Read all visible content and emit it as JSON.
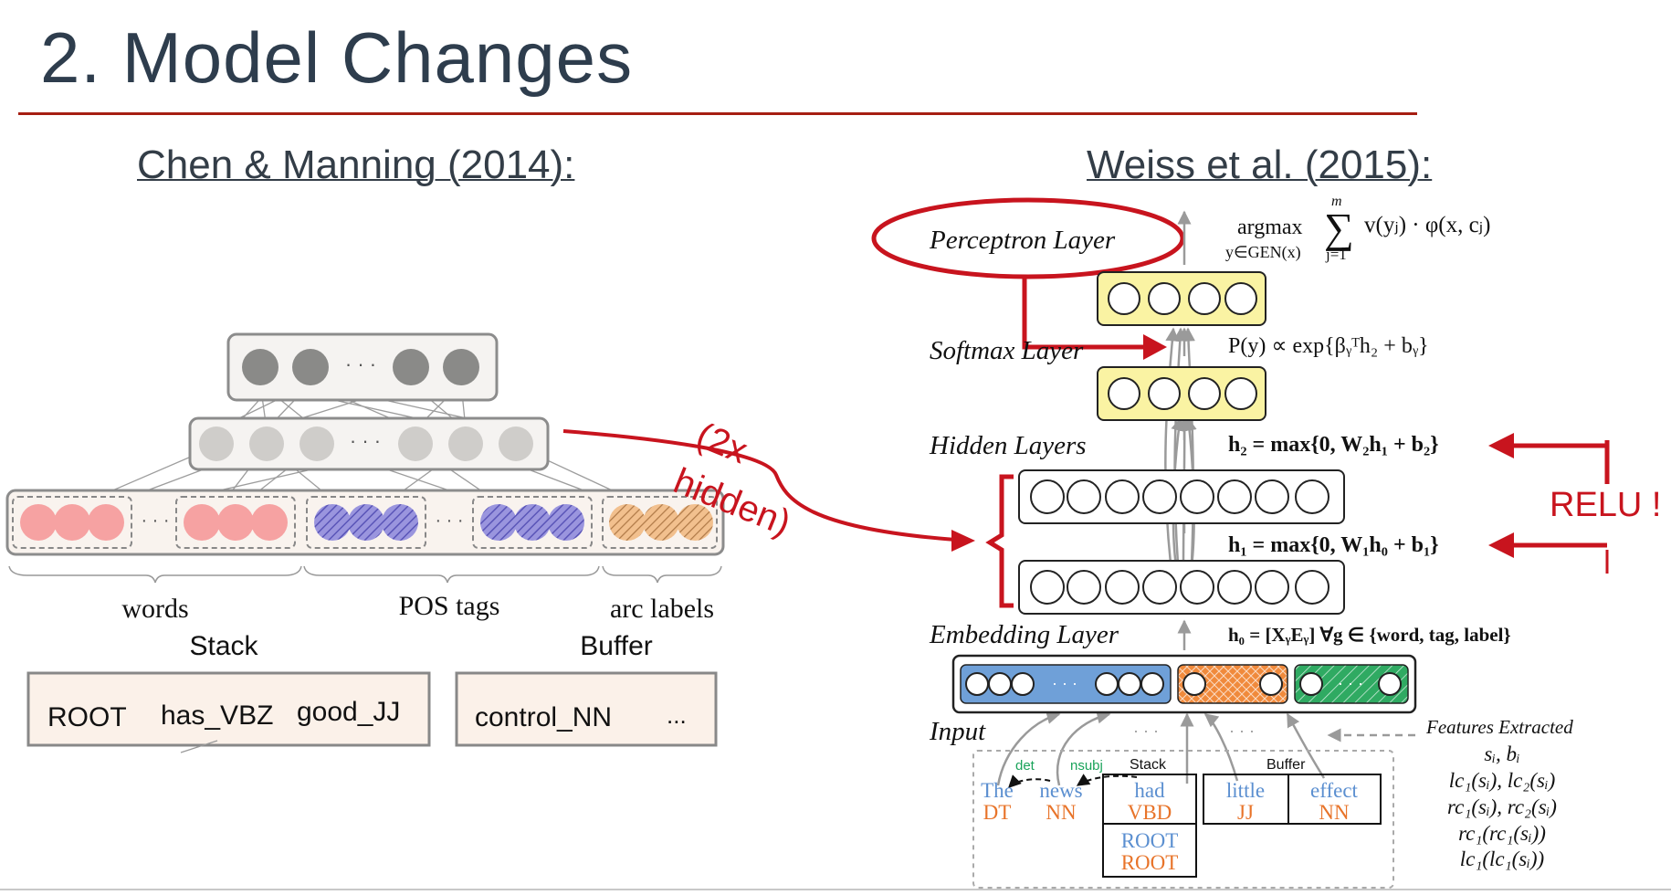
{
  "slide": {
    "title": "2.  Model Changes"
  },
  "left": {
    "heading": "Chen & Manning (2014):",
    "dots": "· · ·",
    "labels": {
      "words": "words",
      "pos_tags": "POS tags",
      "arc_labels": "arc labels",
      "stack": "Stack",
      "buffer": "Buffer"
    },
    "stack_items": [
      "ROOT",
      "has_VBZ",
      "good_JJ"
    ],
    "buffer_items": [
      "control_NN",
      "..."
    ]
  },
  "annotation": {
    "line1": "(2x",
    "line2": "hidden)",
    "relu": "RELU !",
    "accent_color": "#c8141e"
  },
  "right": {
    "heading": "Weiss et al. (2015):",
    "layers": {
      "perceptron": "Perceptron Layer",
      "softmax": "Softmax Layer",
      "hidden": "Hidden Layers",
      "embedding": "Embedding Layer",
      "input": "Input"
    },
    "formulas": {
      "argmax": "argmax",
      "argmax_sub": "y∈GEN(x)",
      "sum": "∑",
      "sum_top": "m",
      "sum_bottom": "j=1",
      "argmax_body": "v(yⱼ) · φ(x, cⱼ)",
      "softmax": "P(y) ∝ exp{βᵧᵀh₂ + bᵧ}",
      "h2": "h₂ = max{0, W₂h₁ + b₂}",
      "h1": "h₁ = max{0, W₁h₀ + b₁}",
      "h0": "h₀ = [XᵧEᵧ]  ∀g ∈ {word, tag, label}"
    },
    "features": {
      "title": "Features Extracted",
      "items": [
        "sᵢ, bᵢ",
        "lc₁(sᵢ), lc₂(sᵢ)",
        "rc₁(sᵢ), rc₂(sᵢ)",
        "rc₁(rc₁(sᵢ))",
        "lc₁(lc₁(sᵢ))"
      ]
    },
    "dots": "· · ·",
    "parse": {
      "arc_det": "det",
      "arc_nsubj": "nsubj",
      "stack_label": "Stack",
      "buffer_label": "Buffer",
      "tokens": [
        {
          "word": "The",
          "tag": "DT"
        },
        {
          "word": "news",
          "tag": "NN"
        },
        {
          "word": "had",
          "tag": "VBD"
        },
        {
          "word": "ROOT",
          "tag": "ROOT"
        },
        {
          "word": "little",
          "tag": "JJ"
        },
        {
          "word": "effect",
          "tag": "NN"
        }
      ]
    }
  },
  "colors": {
    "word_pink": "#f6a2a2",
    "pos_purple": "#9a95de",
    "arc_orange": "#f2c08e",
    "yellow_layer": "#faf3a3",
    "blue_embed": "#6fa0d8",
    "orange_embed": "#f08a3c",
    "green_embed": "#2faa62",
    "word_blue": "#5b8fd0",
    "tag_orange": "#e8742a",
    "arc_green": "#1aa35a"
  }
}
